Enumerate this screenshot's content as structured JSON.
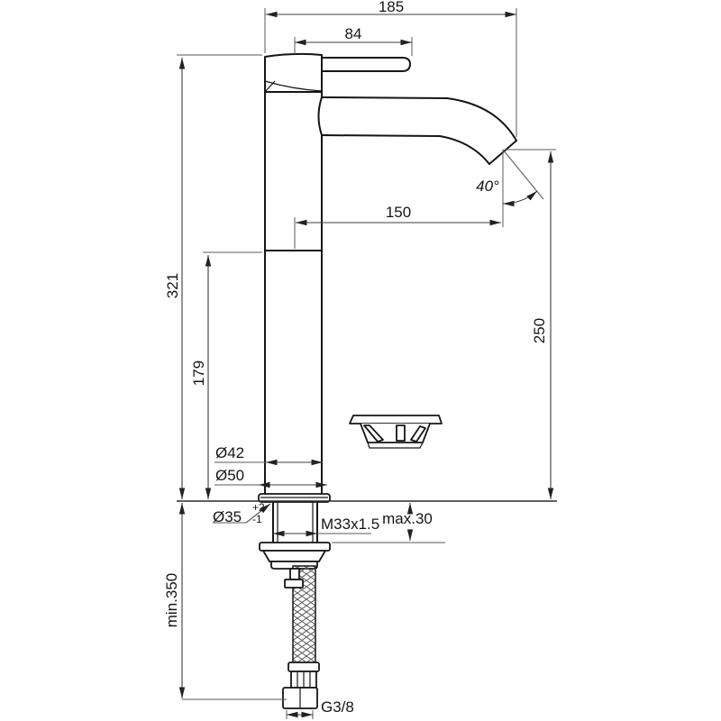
{
  "drawing": {
    "type": "technical-dimension-drawing",
    "subject": "single-lever tall basin mixer tap, side elevation with installation dimensions (mm)",
    "labels": {
      "width_total": "185",
      "handle_length": "84",
      "height_total": "321",
      "height_lower_body": "179",
      "spout_reach": "150",
      "outlet_height": "250",
      "outlet_angle": "40°",
      "body_diameter": "Ø42",
      "base_diameter": "Ø50",
      "hole_diameter": "Ø35",
      "hole_tol_plus": "+2",
      "hole_tol_minus": "-1",
      "thread": "M33x1.5",
      "deck_thickness_max": "max.30",
      "hose_length_min": "min.350",
      "hose_connection": "G3/8"
    },
    "line_color": "#161616",
    "dimension_color": "#3c3c3c",
    "background": "#ffffff"
  }
}
